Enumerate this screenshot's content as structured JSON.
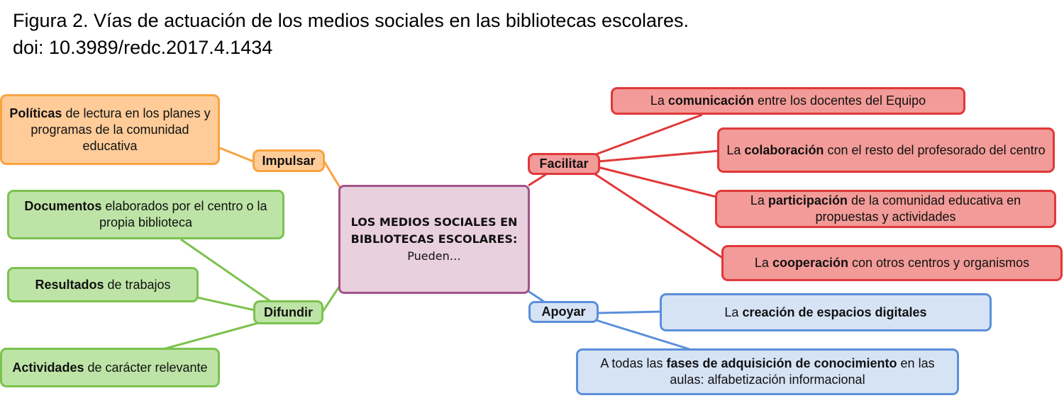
{
  "caption": {
    "line1": "Figura 2. Vías de actuación de los medios sociales en las bibliotecas escolares.",
    "line2": "doi: 10.3989/redc.2017.4.1434"
  },
  "center": {
    "line1": "LOS MEDIOS SOCIALES EN",
    "line2": "BIBLIOTECAS ESCOLARES:",
    "line3": "Pueden…"
  },
  "verbs": {
    "impulsar": "Impulsar",
    "difundir": "Difundir",
    "facilitar": "Facilitar",
    "apoyar": "Apoyar"
  },
  "impulsar_items": [
    {
      "bold": "Políticas",
      "rest": " de lectura en los planes y programas de la comunidad educativa"
    }
  ],
  "difundir_items": [
    {
      "bold": "Documentos",
      "rest": " elaborados por el centro o la propia biblioteca"
    },
    {
      "bold": "Resultados",
      "rest": " de trabajos"
    },
    {
      "bold": "Actividades",
      "rest": " de carácter relevante"
    }
  ],
  "facilitar_items": [
    {
      "pre": "La ",
      "bold": "comunicación",
      "rest": " entre los docentes del Equipo"
    },
    {
      "pre": "La ",
      "bold": "colaboración",
      "rest": " con el resto del profesorado del centro"
    },
    {
      "pre": "La ",
      "bold": "participación",
      "rest": " de la comunidad educativa en propuestas y actividades"
    },
    {
      "pre": "La ",
      "bold": "cooperación",
      "rest": " con otros centros y organismos"
    }
  ],
  "apoyar_items": [
    {
      "pre": "La ",
      "bold": "creación de espacios digitales",
      "rest": ""
    },
    {
      "pre": "A todas las ",
      "bold": "fases de adquisición de conocimiento",
      "rest": " en las aulas: alfabetización informacional"
    }
  ],
  "colors": {
    "orange_line": "#f8a341",
    "green_line": "#7cc24f",
    "red_line": "#e0383a",
    "blue_line": "#5b8fdb",
    "center_line": "#a2538a"
  }
}
